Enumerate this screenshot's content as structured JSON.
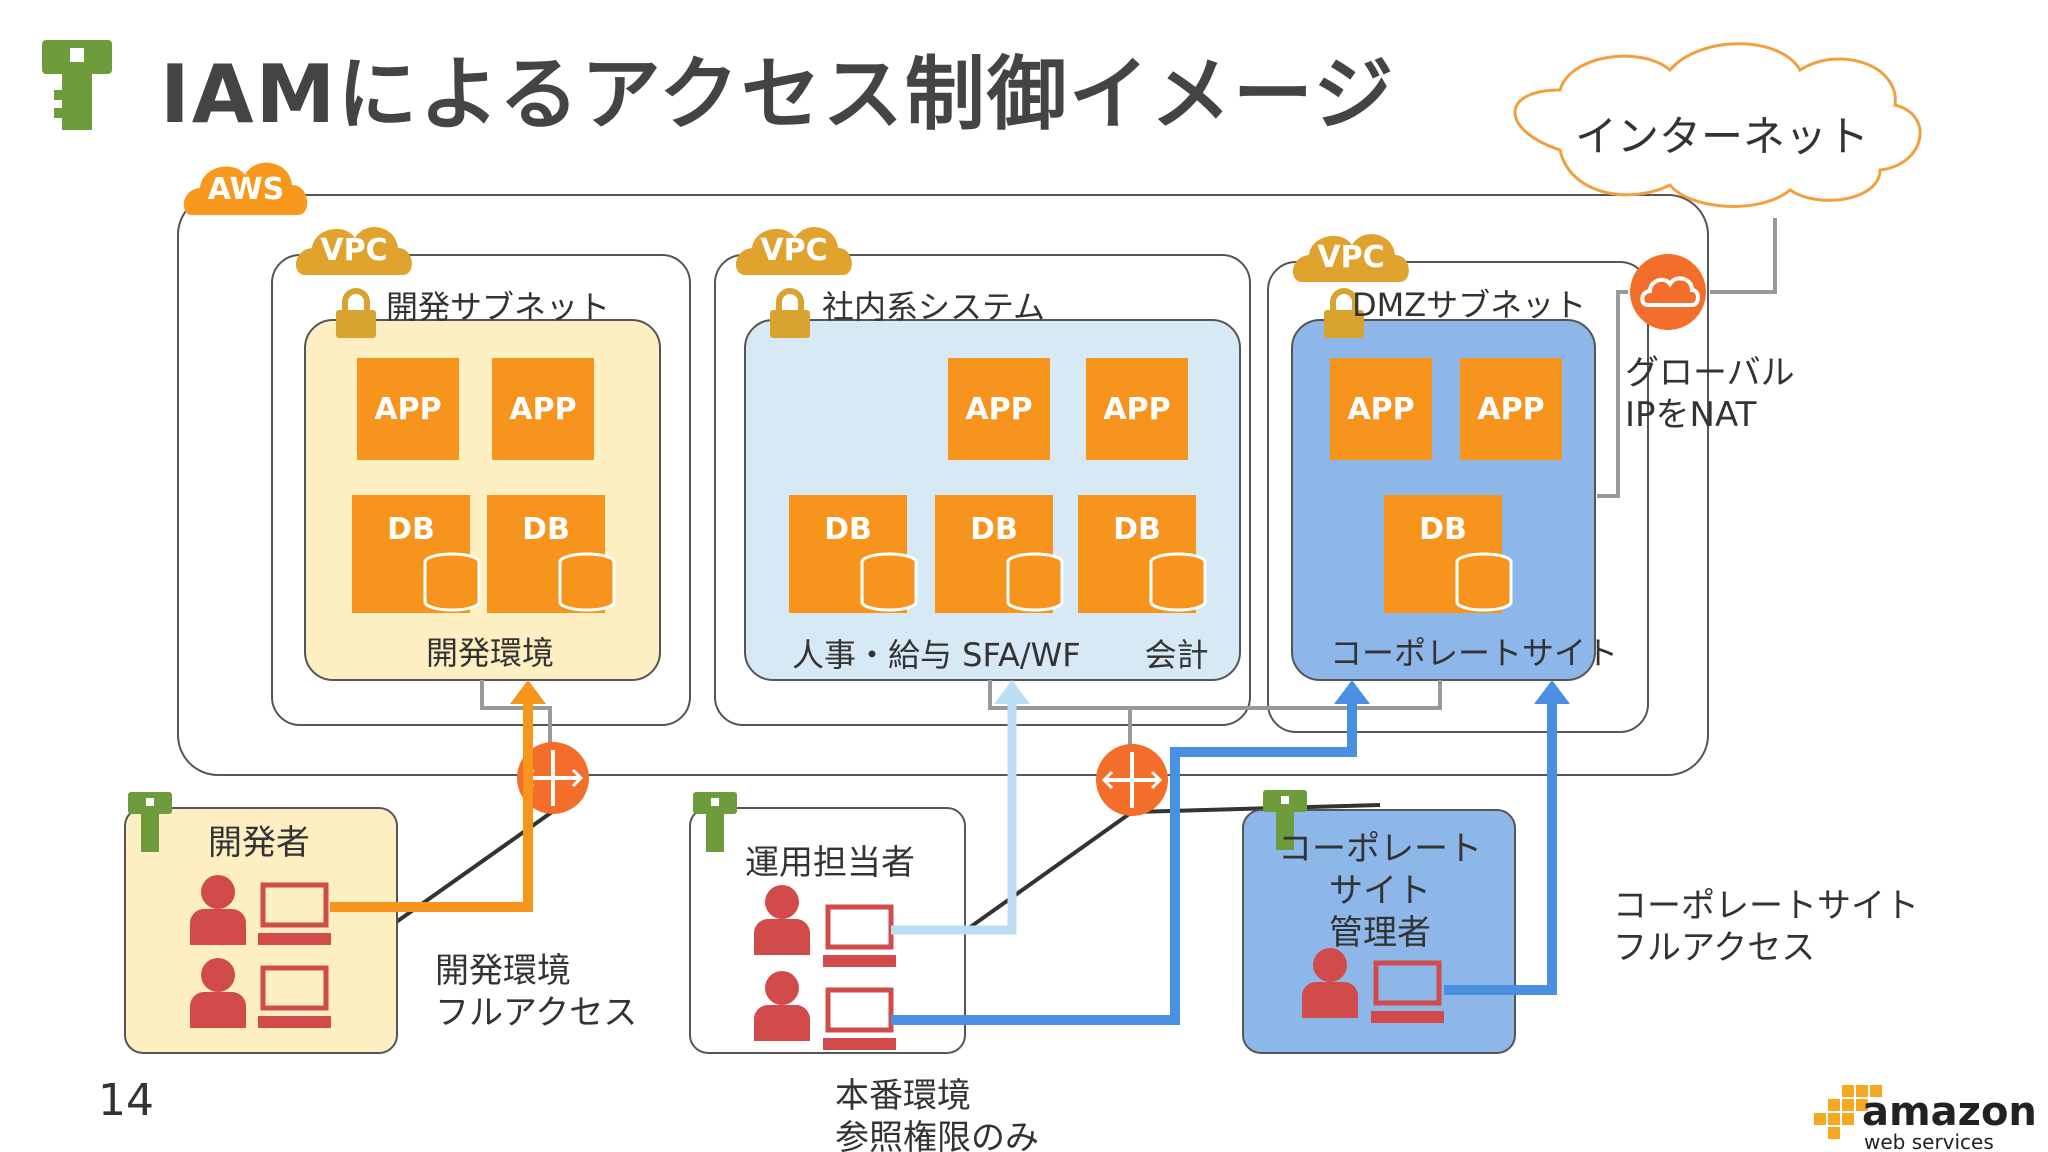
{
  "title": "IAMによるアクセス制御イメージ",
  "internet": "インターネット",
  "aws_badge": "AWS",
  "vpc_badge": "VPC",
  "subnets": [
    {
      "title": "開発サブネット",
      "caption": "開発環境"
    },
    {
      "title": "社内系システム",
      "caption": "人事・給与 SFA/WF　　会計"
    },
    {
      "title": "DMZサブネット",
      "caption": "コーポレートサイト"
    }
  ],
  "app_label": "APP",
  "db_label": "DB",
  "nat_label": "グローバル\nIPをNAT",
  "roles": {
    "developer": "開発者",
    "operator": "運用担当者",
    "corp_admin": "コーポレート\nサイト\n管理者"
  },
  "access_notes": {
    "dev_full": "開発環境\nフルアクセス",
    "prod_readonly": "本番環境\n参照権限のみ",
    "corp_full": "コーポレートサイト\nフルアクセス"
  },
  "page_number": "14",
  "logo": {
    "line1": "amazon",
    "line2": "web services"
  },
  "colors": {
    "orange": "#F7941D",
    "orange_dark": "#E07B00",
    "aws_badge": "#F8991D",
    "vpc_badge": "#E0A32E",
    "lock": "#D9A330",
    "key_green": "#6E9C3D",
    "dev_fill": "#FEEFC3",
    "internal_fill": "#D6E9F5",
    "dmz_fill": "#8CB7E8",
    "light_blue_arrow": "#BBDDF3",
    "blue_arrow": "#4A90E2",
    "person_red": "#D14B4B",
    "router_orange": "#F26E2A",
    "gray_line": "#999999"
  }
}
